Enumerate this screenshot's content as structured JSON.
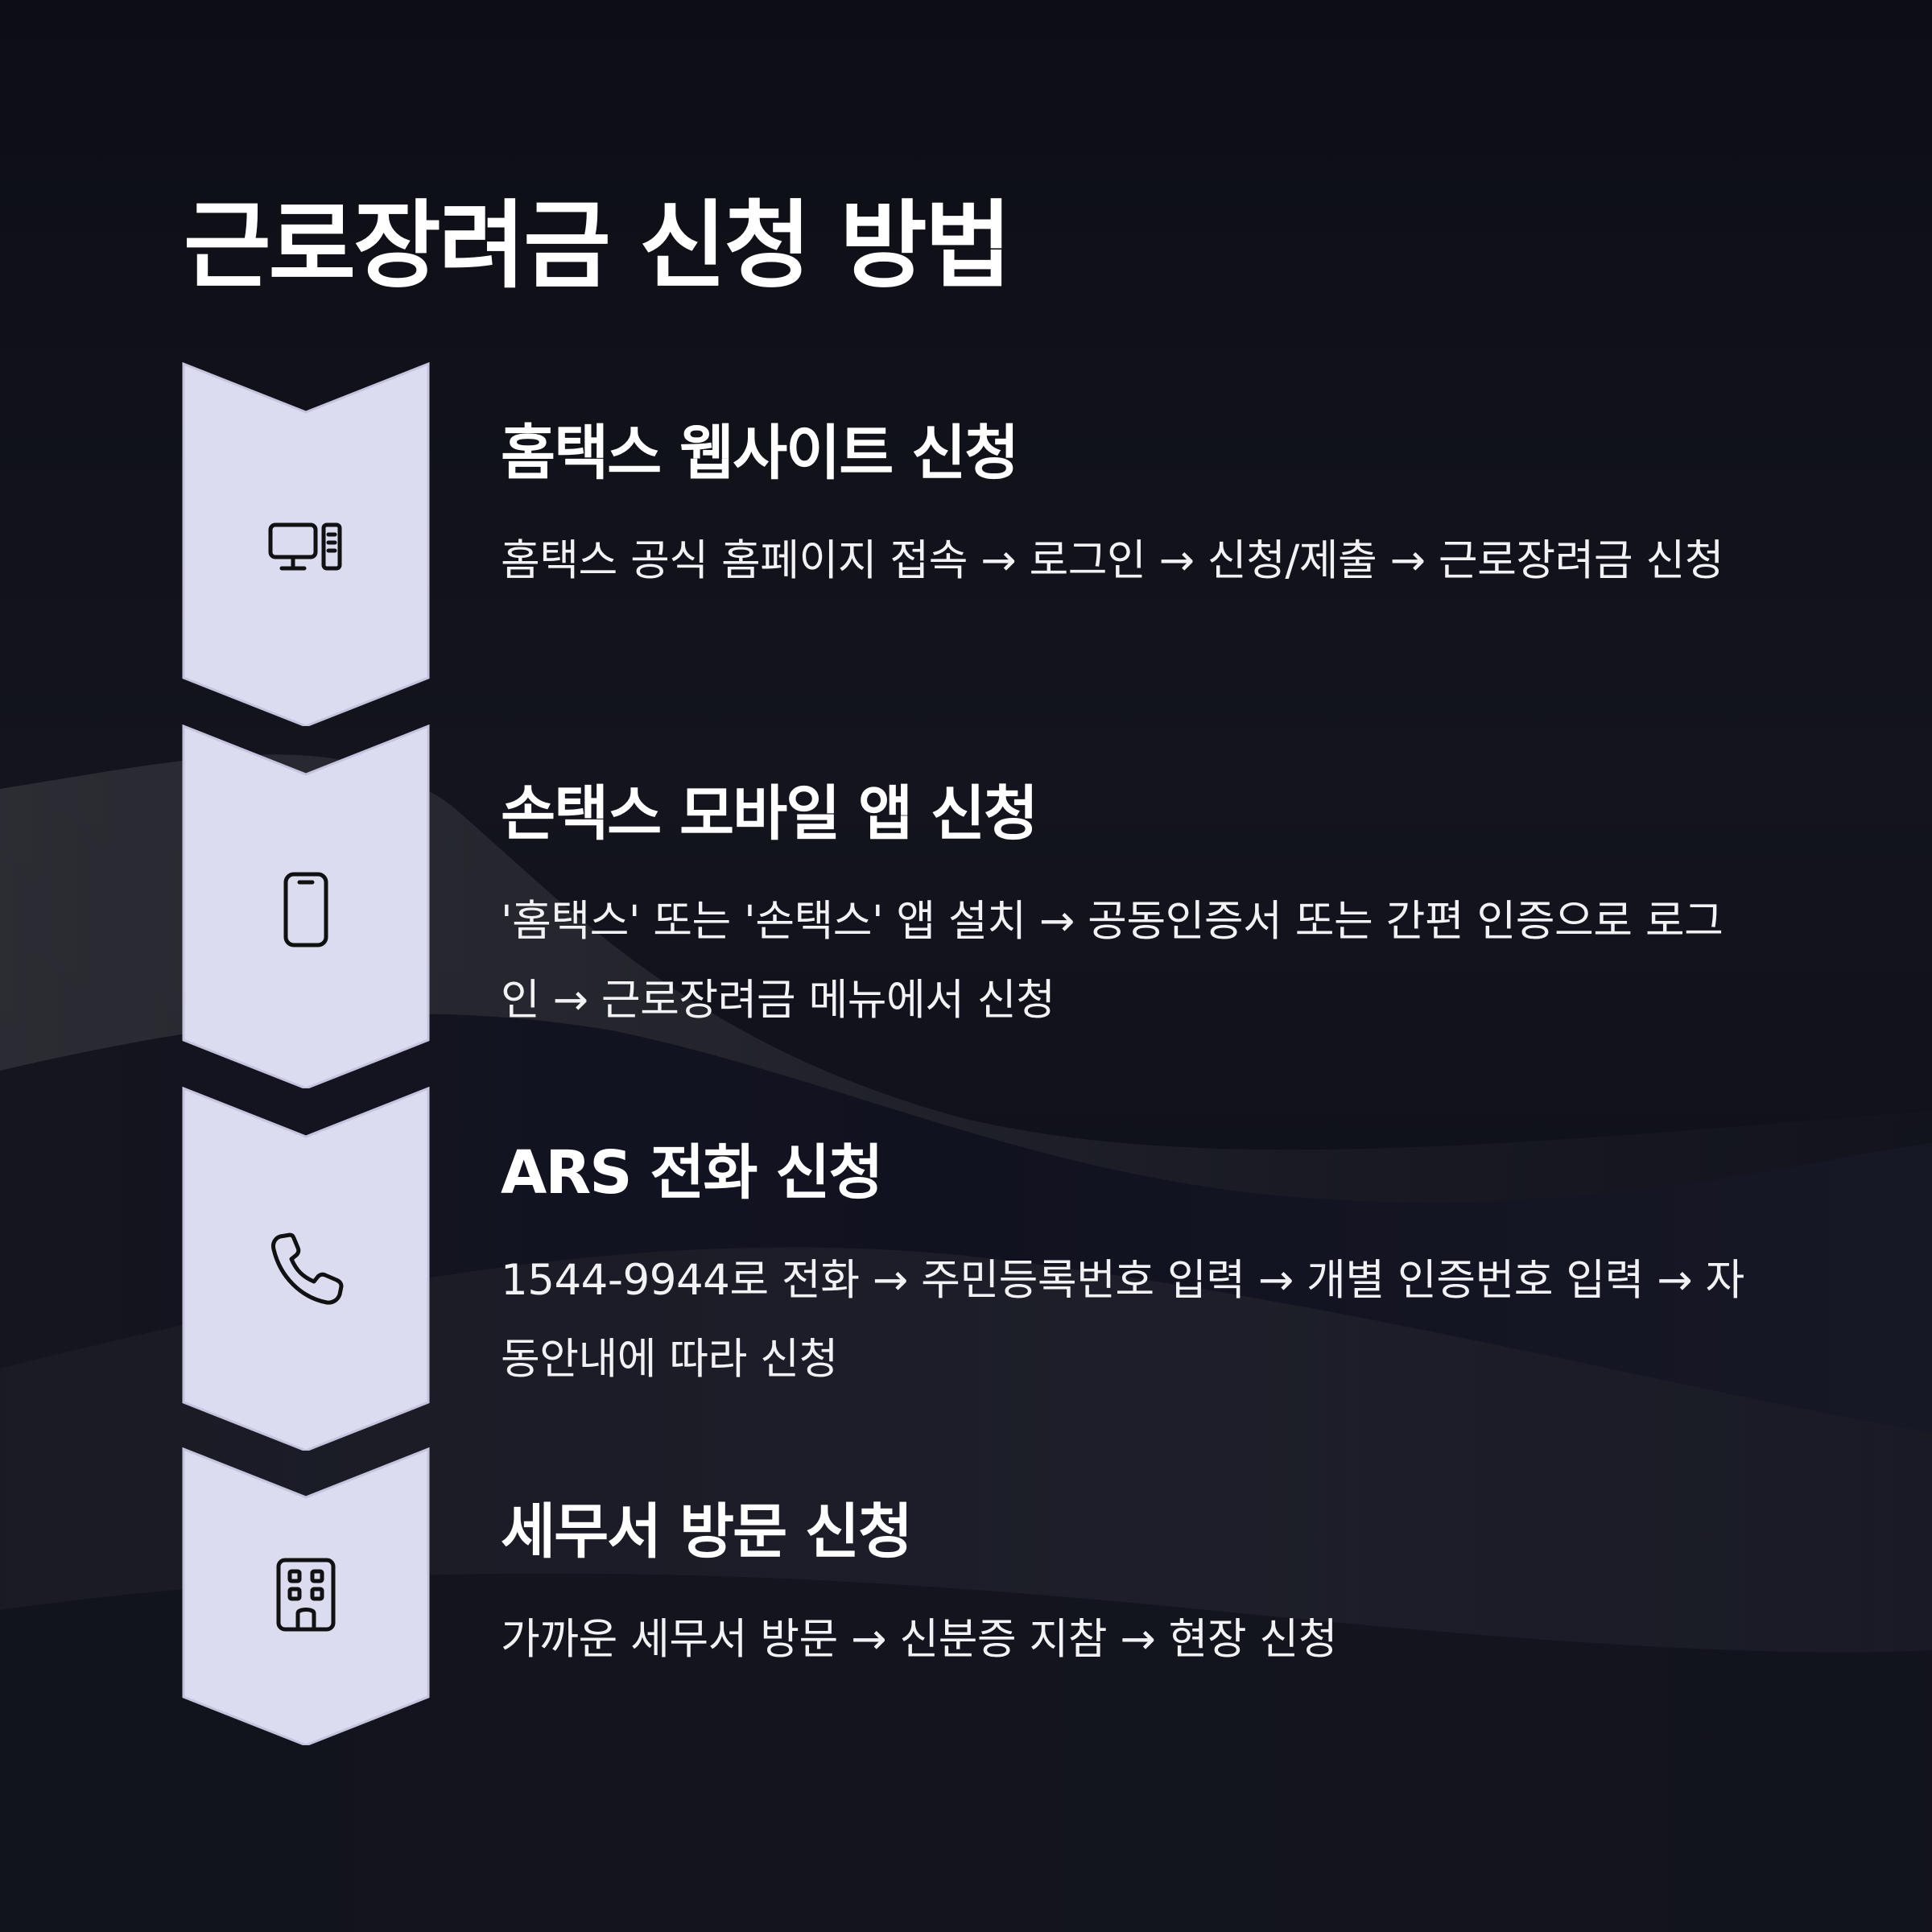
{
  "title": "근로장려금 신청 방법",
  "colors": {
    "chevron_fill": "#dcdcf0",
    "chevron_stroke": "#c4c4de",
    "icon_stroke": "#111111",
    "text": "#ffffff"
  },
  "steps": [
    {
      "icon": "desktop-computer-icon",
      "title": "홈택스 웹사이트 신청",
      "description": "홈택스 공식 홈페이지 접속 → 로그인 → 신청/제출 → 근로장려금 신청"
    },
    {
      "icon": "smartphone-icon",
      "title": "손택스 모바일 앱 신청",
      "description": "'홈택스' 또는 '손택스' 앱 설치 → 공동인증서 또는 간편 인증으로 로그인 → 근로장려금 메뉴에서 신청"
    },
    {
      "icon": "phone-icon",
      "title": "ARS 전화 신청",
      "description": "1544-9944로 전화 → 주민등록번호 입력 → 개별 인증번호 입력 → 자동안내에 따라 신청"
    },
    {
      "icon": "building-icon",
      "title": "세무서 방문 신청",
      "description": "가까운 세무서 방문 → 신분증 지참 → 현장 신청"
    }
  ]
}
